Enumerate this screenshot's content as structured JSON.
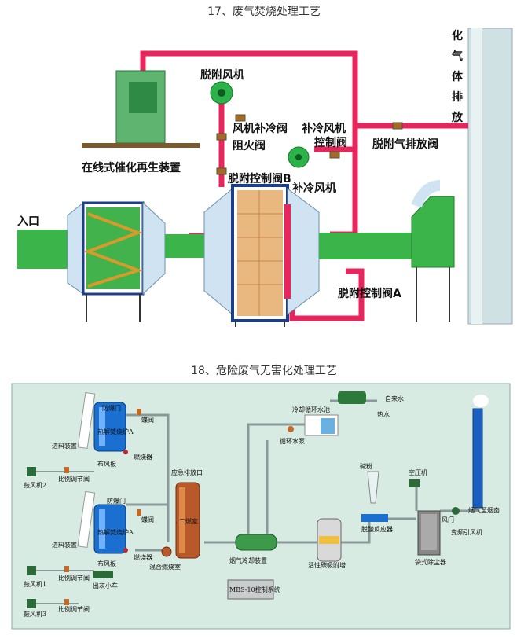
{
  "diagram1": {
    "caption": "17、废气焚烧处理工艺",
    "labels": {
      "exhaust_vertical": [
        "化",
        "气",
        "体",
        "排",
        "放"
      ],
      "adsorb_fan": "脱附风机",
      "catalyst_device": "在线式催化再生装置",
      "fan_cool_valve": "风机补冷阀",
      "fire_valve": "阻火阀",
      "cool_fan_valve_1": "补冷风机",
      "cool_fan_valve_2": "控制阀",
      "exhaust_valve": "脱附气排放阀",
      "adsorb_valve_b": "脱附控制阀B",
      "cool_fan": "补冷风机",
      "inlet": "入口",
      "adsorb_valve_a": "脱附控制阀A"
    }
  },
  "diagram2": {
    "caption": "18、危险废气无害化处理工艺",
    "labels": {
      "explosion_door_1": "防爆门",
      "butterfly_1": "蝶阀",
      "incinerator_1": "热解焚烧炉A",
      "feeder_1": "进料装置",
      "burner_1": "燃烧器",
      "grate_1": "布风板",
      "blower_2": "鼓风机2",
      "prop_valve_1": "比例调节阀",
      "explosion_door_2": "防爆门",
      "butterfly_2": "蝶阀",
      "incinerator_2": "热解焚烧炉A",
      "feeder_2": "进料装置",
      "burner_2": "燃烧器",
      "grate_2": "布风板",
      "ash_cart": "出灰小车",
      "blower_1": "鼓风机1",
      "prop_valve_2": "比例调节阀",
      "blower_3": "鼓风机3",
      "prop_valve_3": "比例调节阀",
      "emergency_outlet": "应急排放口",
      "secondary_chamber": "二燃室",
      "mixing_chamber": "混合燃烧室",
      "flue_cooler": "烟气冷却装置",
      "control_system": "MBS-10控制系统",
      "cooling_pool": "冷却循环水池",
      "circ_pump": "循环水泵",
      "tap_water": "自来水",
      "hot_water": "热水",
      "carbon_tower": "活性碳吸附塔",
      "alkali_powder": "碱粉",
      "deacid_reactor": "脱酸反应器",
      "air_compressor": "空压机",
      "baghouse": "袋式除尘器",
      "air_valve": "风门",
      "induced_fan": "变频引风机",
      "chimney": "烟气至烟囱"
    }
  }
}
